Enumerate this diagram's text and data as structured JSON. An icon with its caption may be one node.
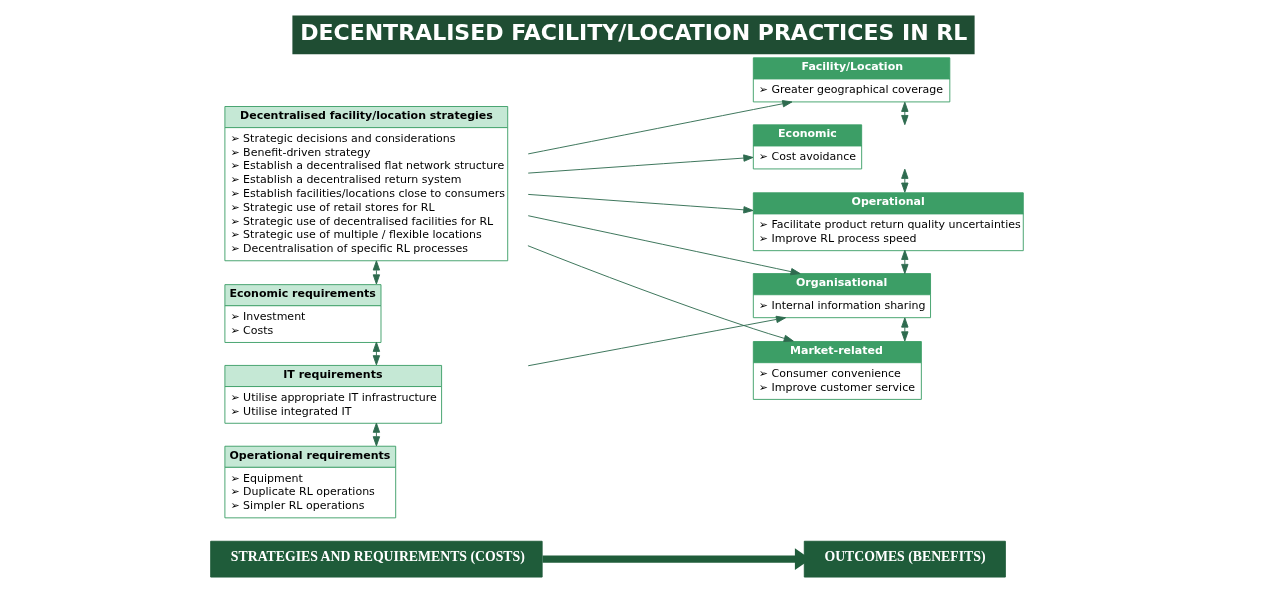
{
  "diagram": {
    "title": "DECENTRALISED FACILITY/LOCATION PRACTICES IN RL",
    "nodes": [
      {
        "text": [
          "STRATEGIES AND REQUIREMENTS (COSTS)"
        ]
      },
      {
        "text": [
          "OUTCOMES (BENEFITS)"
        ]
      },
      {
        "text": [
          "Decentralised facility/location strategies",
          "➢ Strategic decisions and considerations",
          "➢ Benefit-driven strategy",
          "➢ Establish a decentralised flat network structure",
          "➢ Establish a decentralised return system",
          "➢ Establish facilities/locations close to consumers",
          "➢ Strategic use of retail stores for RL",
          "➢ Strategic use of decentralised facilities for RL",
          "➢ Strategic use of multiple / flexible locations",
          "➢ Decentralisation of specific RL processes"
        ]
      },
      {
        "text": [
          "Economic requirements",
          "➢ Investment",
          "➢ Costs"
        ]
      },
      {
        "text": [
          "IT requirements",
          "➢ Utilise appropriate IT infrastructure",
          "➢ Utilise integrated IT"
        ]
      },
      {
        "text": [
          "Operational requirements",
          "➢ Equipment",
          "➢ Duplicate RL operations",
          "➢ Simpler RL operations"
        ]
      },
      {
        "text": [
          "Facility/Location",
          "➢ Greater geographical coverage"
        ]
      },
      {
        "text": [
          "Economic",
          "➢ Cost avoidance"
        ]
      },
      {
        "text": [
          "Operational",
          "➢ Facilitate product return quality uncertainties",
          "➢ Improve RL process speed"
        ]
      },
      {
        "text": [
          "Organisational",
          "➢ Internal information sharing"
        ]
      },
      {
        "text": [
          "Market-related",
          "➢ Consumer convenience",
          "➢ Improve customer service"
        ]
      }
    ],
    "edges": [
      {
        "from": 0,
        "to": 1,
        "arrow": "to",
        "style": "thick"
      },
      {
        "from": 2,
        "to": 3,
        "arrow": "both"
      },
      {
        "from": 3,
        "to": 4,
        "arrow": "both"
      },
      {
        "from": 4,
        "to": 5,
        "arrow": "both"
      },
      {
        "from": 6,
        "to": 7,
        "arrow": "both"
      },
      {
        "from": 7,
        "to": 8,
        "arrow": "both"
      },
      {
        "from": 8,
        "to": 9,
        "arrow": "both"
      },
      {
        "from": 9,
        "to": 10,
        "arrow": "both"
      },
      {
        "from": 2,
        "to": 6,
        "arrow": "to"
      },
      {
        "from": 2,
        "to": 7,
        "arrow": "to"
      },
      {
        "from": 2,
        "to": 8,
        "arrow": "to"
      },
      {
        "from": 2,
        "to": 9,
        "arrow": "to"
      },
      {
        "from": 2,
        "to": 10,
        "arrow": "to"
      },
      {
        "from": 4,
        "to": 9,
        "arrow": "to"
      }
    ]
  }
}
